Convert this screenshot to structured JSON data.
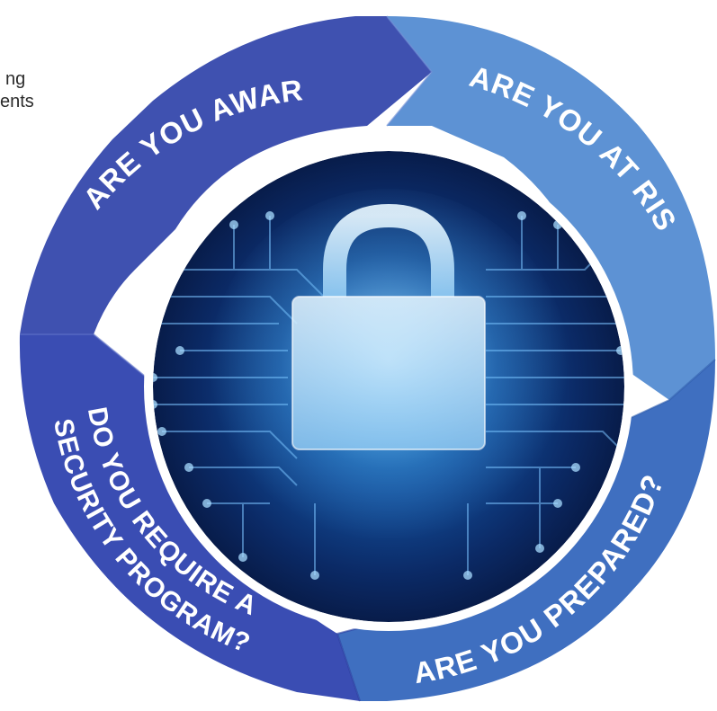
{
  "corner_text": {
    "line1": "ng",
    "line2": "ents"
  },
  "cycle": {
    "segments": [
      {
        "id": "aware",
        "label": "ARE YOU AWARE?",
        "color": "#3f51b0"
      },
      {
        "id": "risk",
        "label": "ARE YOU AT RISK?",
        "color": "#5d92d4"
      },
      {
        "id": "prepared",
        "label": "ARE YOU PREPARED?",
        "color": "#3f6fc0"
      },
      {
        "id": "program",
        "label_line1": "DO YOU REQUIRE A",
        "label_line2": "SECURITY PROGRAM?",
        "color": "#3a4db3"
      }
    ],
    "center_icon": "padlock-icon"
  }
}
